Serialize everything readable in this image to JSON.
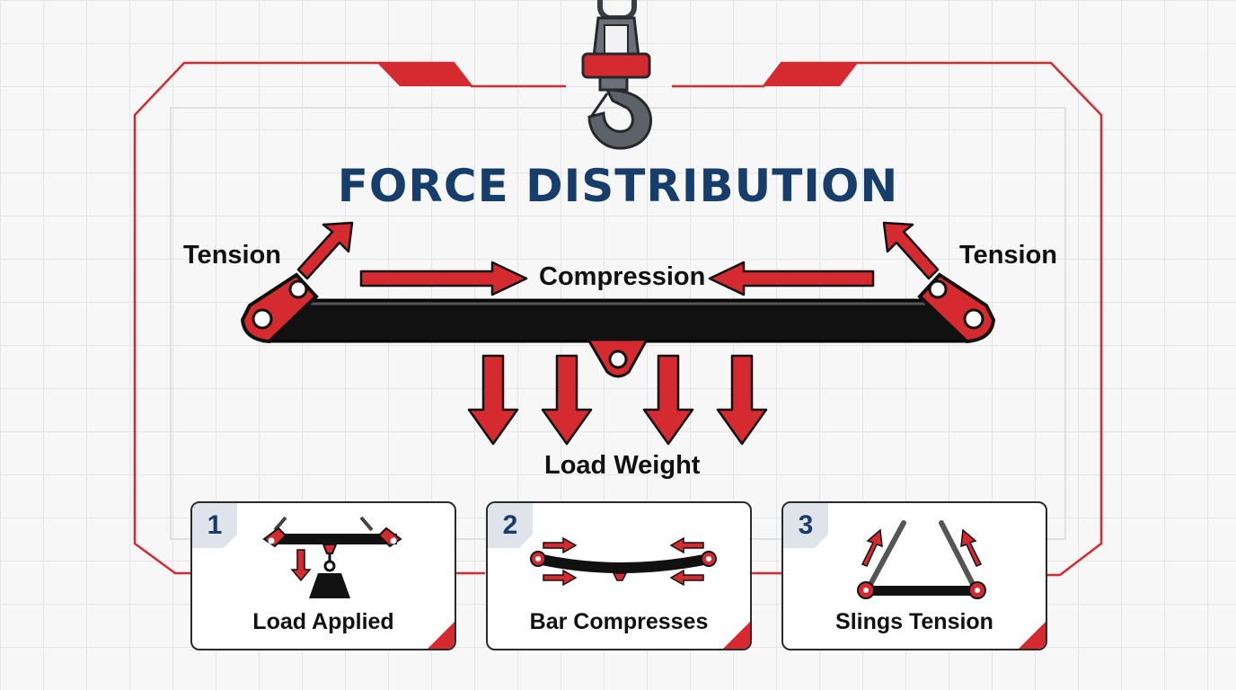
{
  "title": "FORCE DISTRIBUTION",
  "labels": {
    "tension_left": "Tension",
    "tension_right": "Tension",
    "compression": "Compression",
    "load_weight": "Load Weight"
  },
  "steps": [
    {
      "number": "1",
      "caption": "Load Applied"
    },
    {
      "number": "2",
      "caption": "Bar Compresses"
    },
    {
      "number": "3",
      "caption": "Slings Tension"
    }
  ],
  "colors": {
    "accent_red": "#d52b30",
    "title_navy": "#173d6b",
    "bar_black": "#111111",
    "hook_gray": "#5d6169"
  },
  "icons": [
    "crane-hook-icon",
    "spreader-bar-icon",
    "force-arrow-icon",
    "weight-icon"
  ]
}
